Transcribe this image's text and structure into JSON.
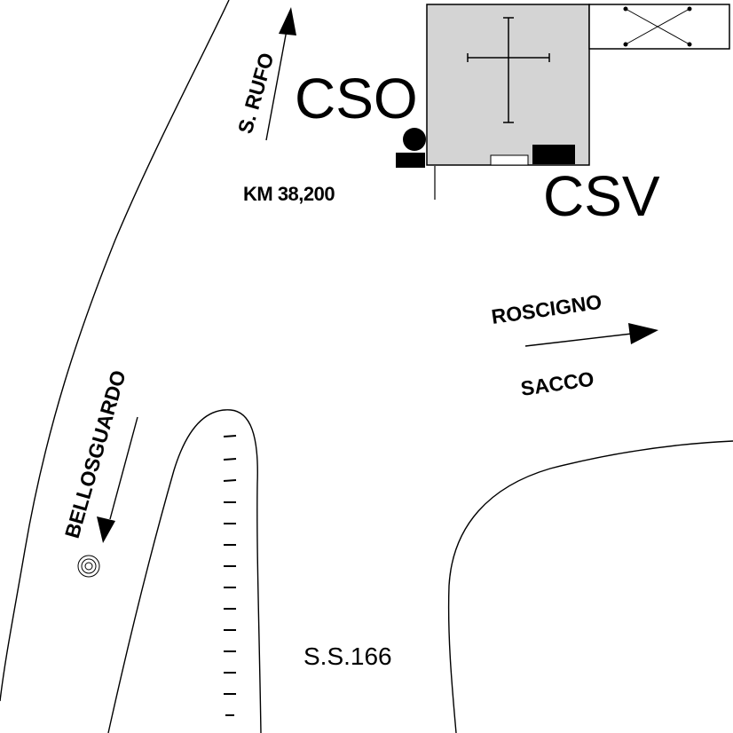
{
  "labels": {
    "cso": "CSO",
    "csv": "CSV",
    "km": "KM 38,200",
    "s_rufo": "S. RUFO",
    "bellosguardo": "BELLOSGUARDO",
    "roscigno": "ROSCIGNO",
    "sacco": "SACCO",
    "road": "S.S.166"
  },
  "colors": {
    "building": "#d4d4d4",
    "ink": "#000000",
    "background": "#ffffff"
  },
  "icons": {
    "church": "cross-icon",
    "annex": "x-box-icon",
    "marker": "dot-icon",
    "target": "concentric-circle-icon"
  }
}
